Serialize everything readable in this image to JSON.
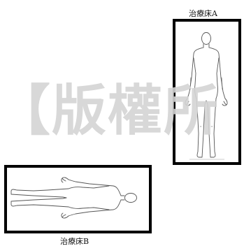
{
  "watermark": {
    "text": "【版權所"
  },
  "beds": [
    {
      "label": "治療床A"
    },
    {
      "label": "治療床B"
    }
  ],
  "colors": {
    "frame": "#000000",
    "figure_stroke": "#555555",
    "watermark": "#d4d4d4"
  }
}
